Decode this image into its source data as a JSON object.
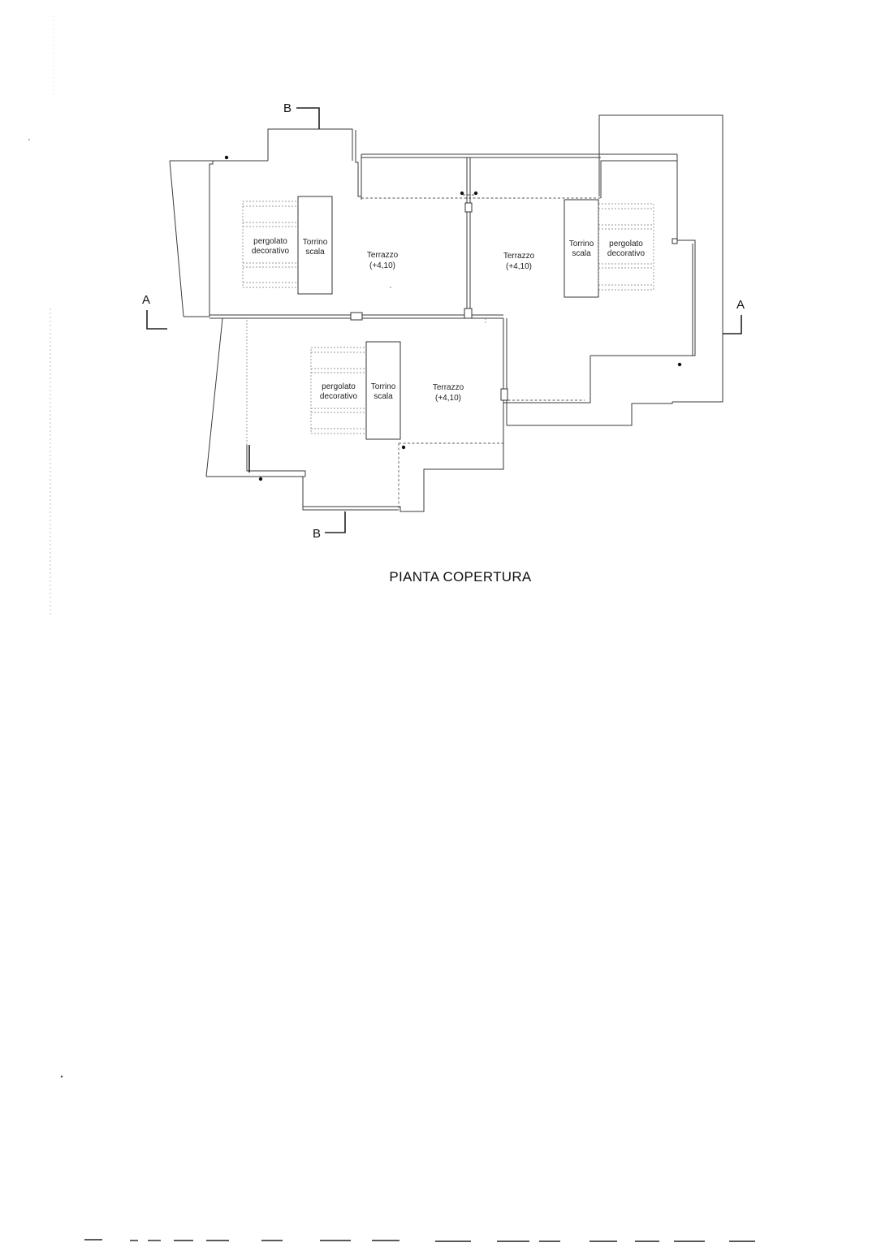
{
  "section_marks": {
    "a_left": "A",
    "a_right": "A",
    "b_top": "B",
    "b_bottom": "B"
  },
  "rooms": {
    "left": {
      "pergola_line1": "pergolato",
      "pergola_line2": "decorativo",
      "tower_line1": "Torrino",
      "tower_line2": "scala",
      "terrace_line1": "Terrazzo",
      "terrace_line2": "(+4,10)"
    },
    "right": {
      "terrace_line1": "Terrazzo",
      "terrace_line2": "(+4,10)",
      "tower_line1": "Torrino",
      "tower_line2": "scala",
      "pergola_line1": "pergolato",
      "pergola_line2": "decorativo"
    },
    "bottom": {
      "pergola_line1": "pergolato",
      "pergola_line2": "decorativo",
      "tower_line1": "Torrino",
      "tower_line2": "scala",
      "terrace_line1": "Terrazzo",
      "terrace_line2": "(+4,10)"
    }
  },
  "title": "PIANTA COPERTURA"
}
